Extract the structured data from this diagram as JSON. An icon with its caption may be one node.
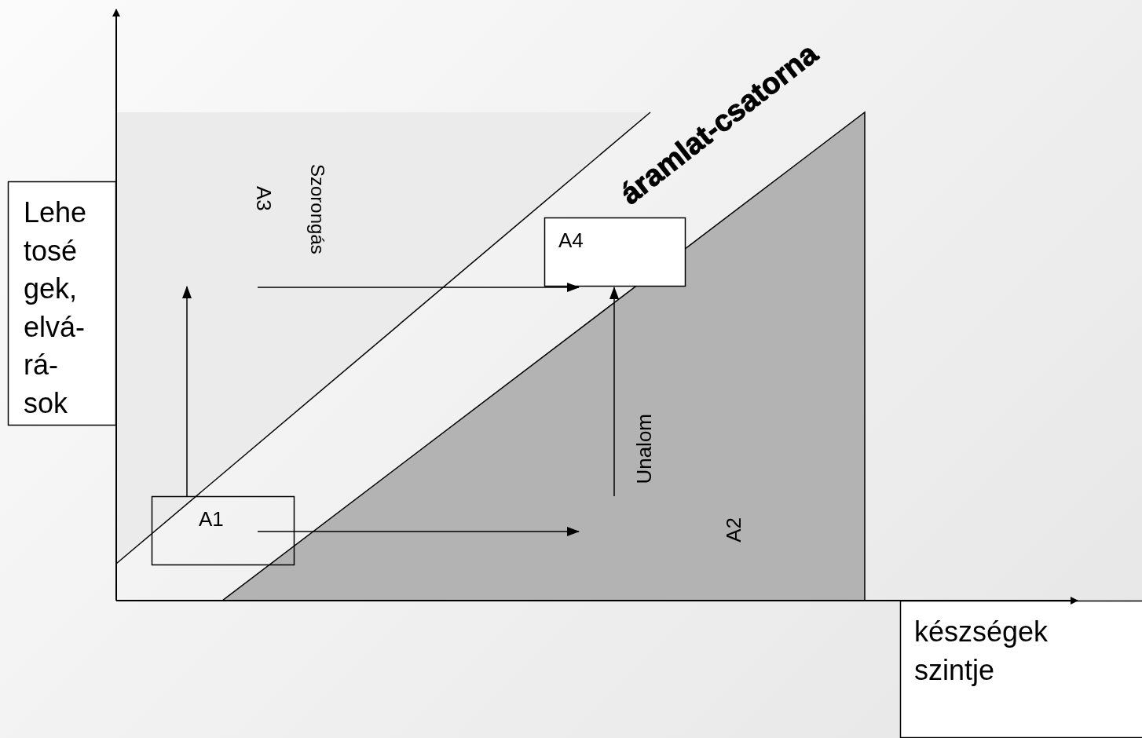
{
  "diagram": {
    "nodes": [
      {
        "text": [
          "Lehe tosé gek, elvá- rá- sok"
        ]
      },
      {
        "text": [
          "A3",
          "Szorongás"
        ]
      },
      {
        "text": [
          "A4"
        ]
      },
      {
        "text": [
          "A1"
        ]
      },
      {
        "text": [
          "Unalom",
          "A2"
        ]
      },
      {
        "text": [
          "készségek szintje"
        ]
      }
    ],
    "edges": [
      {
        "from": 3,
        "to": 1,
        "arrow": "to"
      },
      {
        "from": 1,
        "to": 2,
        "arrow": "to"
      },
      {
        "from": 3,
        "to": 4,
        "arrow": "to"
      },
      {
        "from": 4,
        "to": 2,
        "arrow": "to"
      }
    ],
    "labels": [
      "áramlat-csatorna"
    ]
  }
}
